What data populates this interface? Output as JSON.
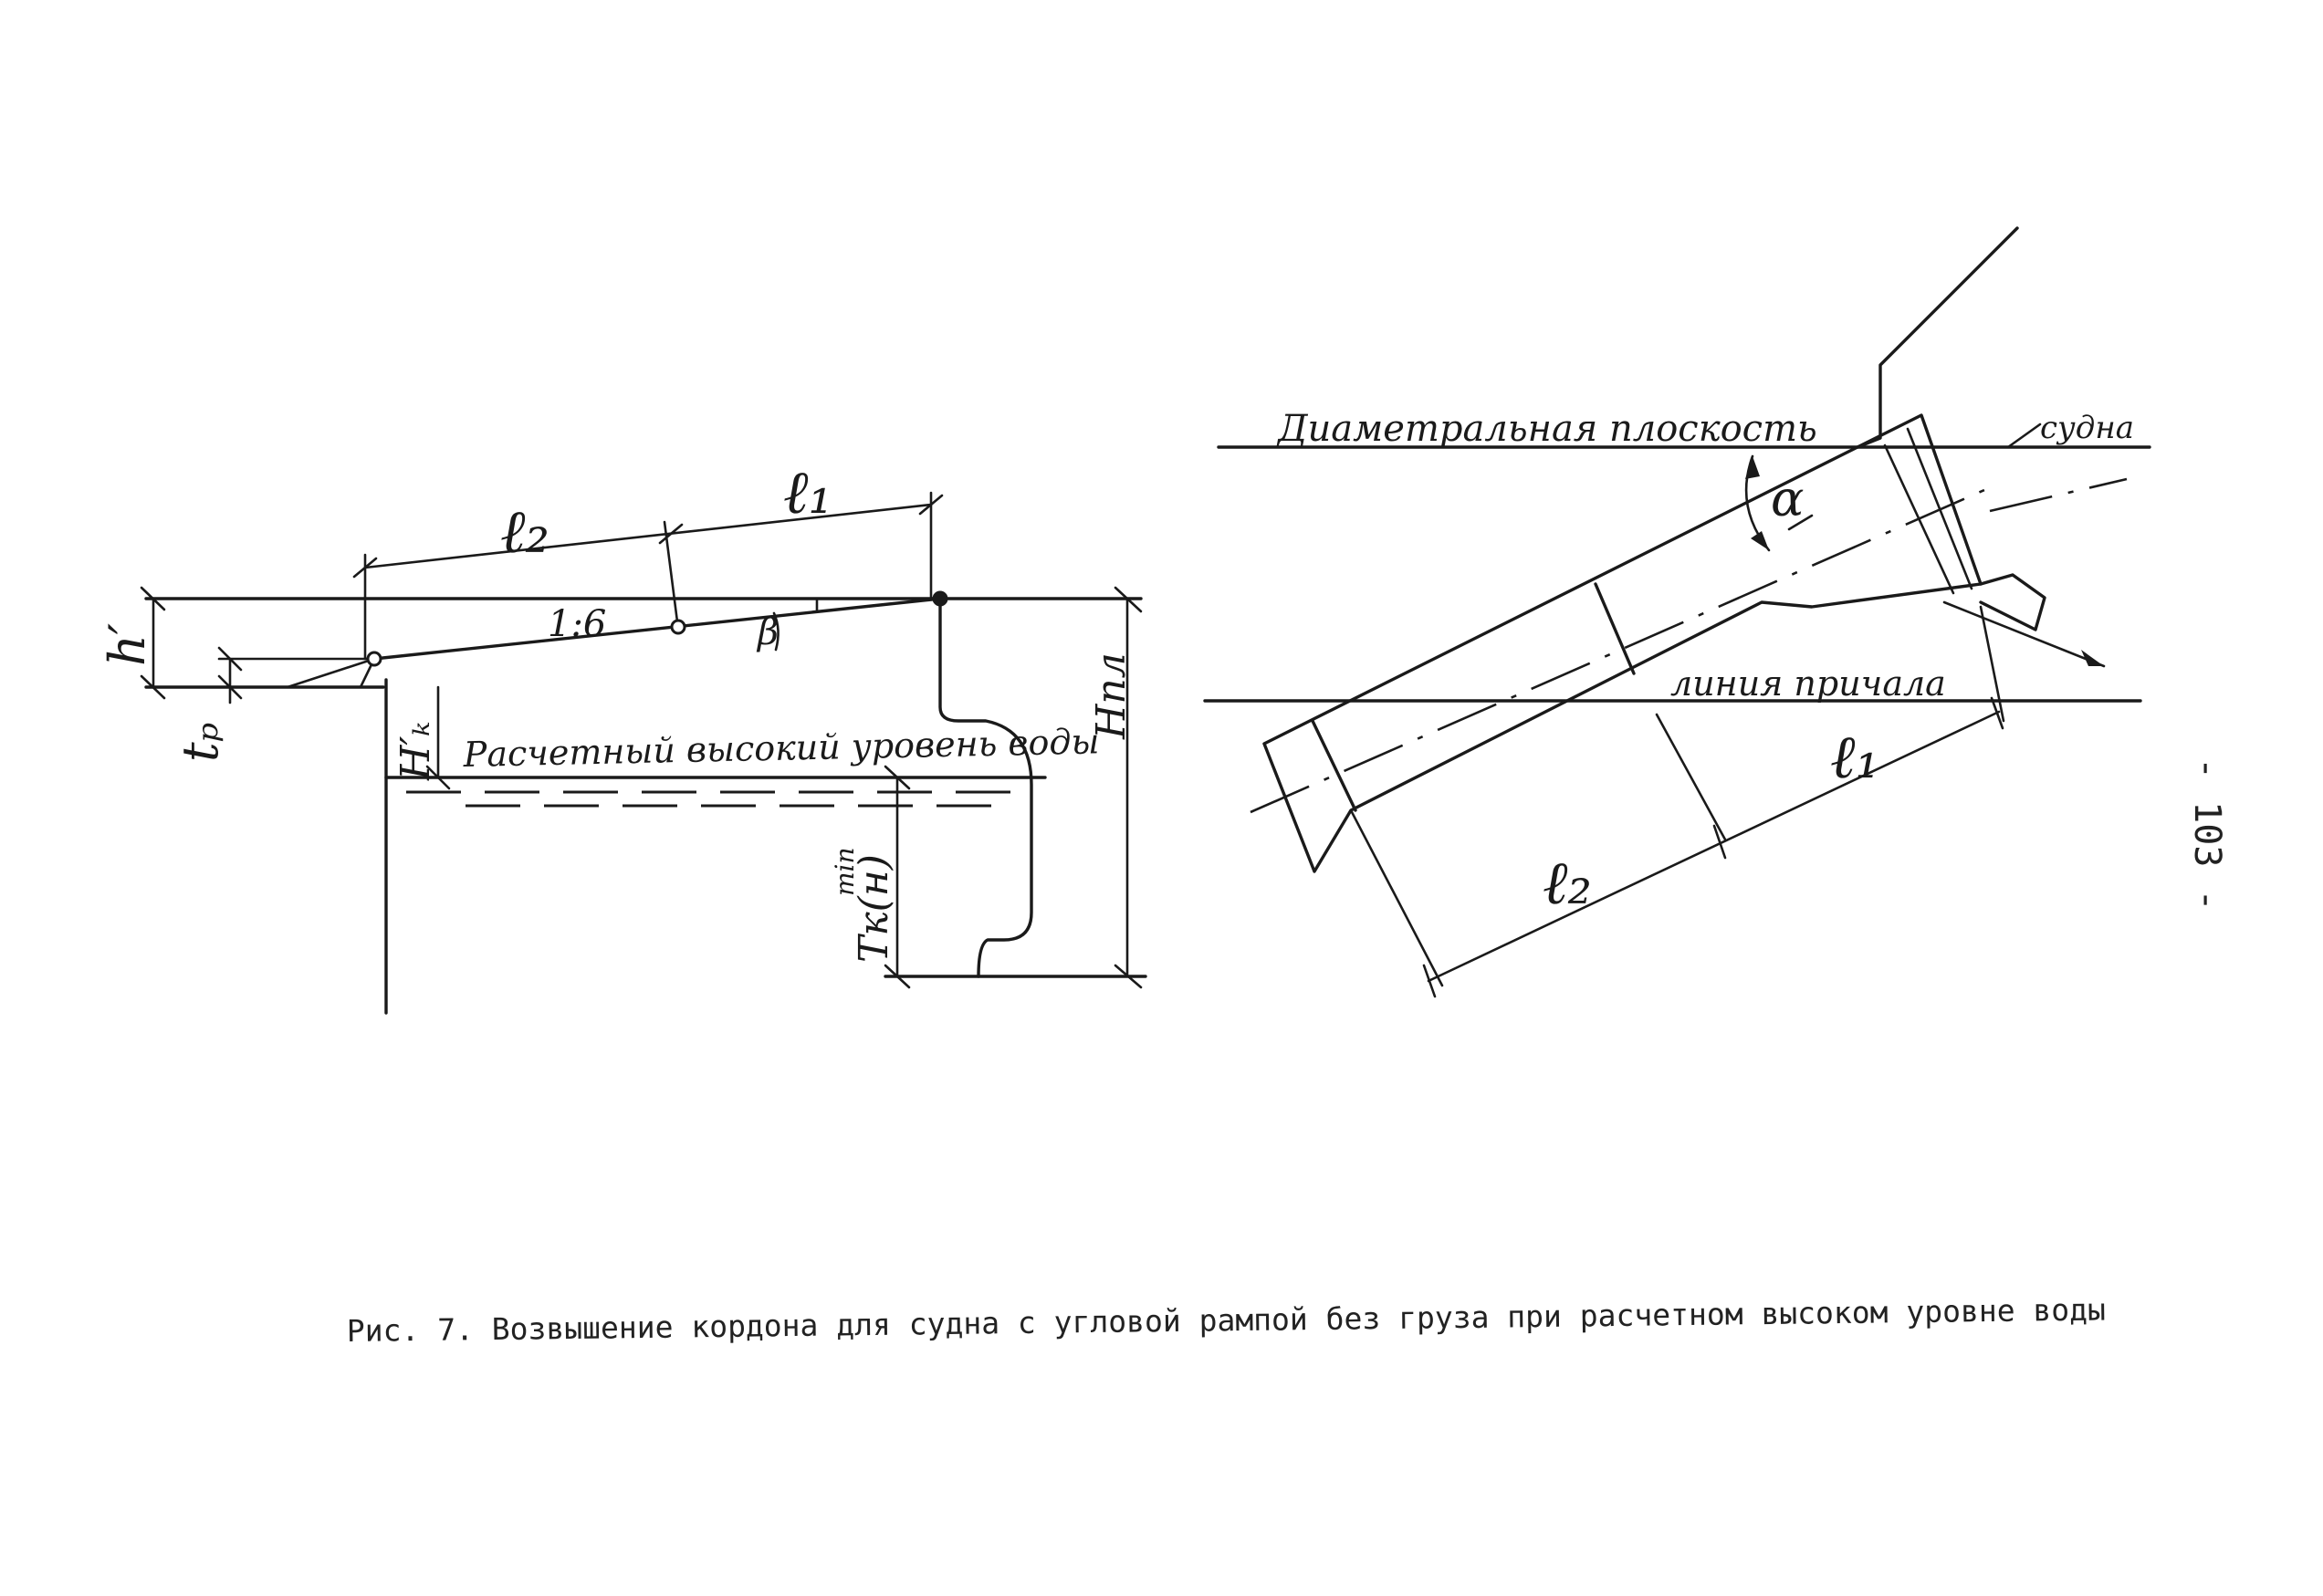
{
  "left_drawing": {
    "dim_l2": "ℓ₂",
    "dim_l1": "ℓ₁",
    "slope": "1:6",
    "angle_beta": "β",
    "dim_h_prime": "h′",
    "dim_tp": "tₚ",
    "dim_hk_prime": "H′ₖ",
    "dim_hpl": "Hпл",
    "water_level": "Расчетный высокий уровень воды",
    "dim_tk_base": "Tк(н)",
    "dim_tk_sup": "min"
  },
  "right_drawing": {
    "center_plane": "Диаметральная плоскость",
    "vessel": "судна",
    "angle_alpha": "α",
    "berth_line": "линия причала",
    "dim_l1": "ℓ₁",
    "dim_l2": "ℓ₂"
  },
  "caption": "Рис. 7. Возвышение кордона для судна с угловой рампой без груза при расчетном высоком уровне воды",
  "page_number": "- 103 -"
}
